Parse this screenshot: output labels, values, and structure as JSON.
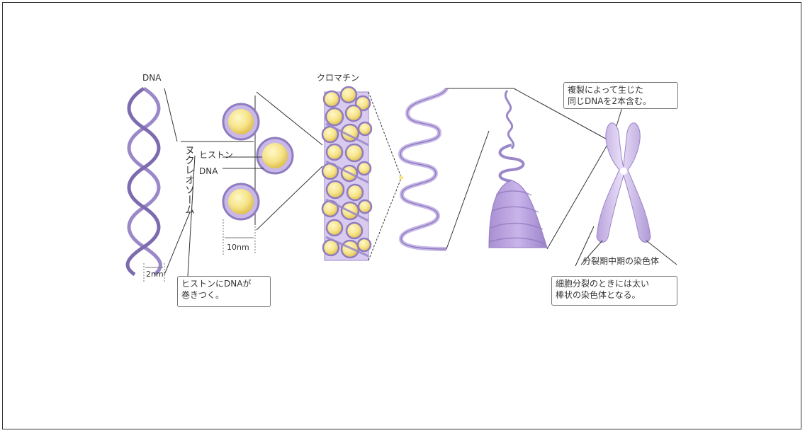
{
  "labels": {
    "dna": "DNA",
    "chromatin": "クロマチン",
    "nucleosome": "ヌクレオソーム",
    "histone": "ヒストン",
    "dna_part": "DNA",
    "scale_2nm": "2nm",
    "scale_10nm": "10nm",
    "metaphase_chromosome": "分裂期中期の染色体"
  },
  "callouts": {
    "histone_wrap": [
      "ヒストンにDNAが",
      "巻きつく。"
    ],
    "replication": [
      "複製によって生じた",
      "同じDNAを2本含む。"
    ],
    "division": [
      "細胞分裂のときには太い",
      "棒状の染色体となる。"
    ]
  },
  "colors": {
    "dna_purple": "#9a88c8",
    "light_purple": "#c8b8e8",
    "histone_yellow": "#f6e48a",
    "chromosome": "#c9b6e6"
  }
}
